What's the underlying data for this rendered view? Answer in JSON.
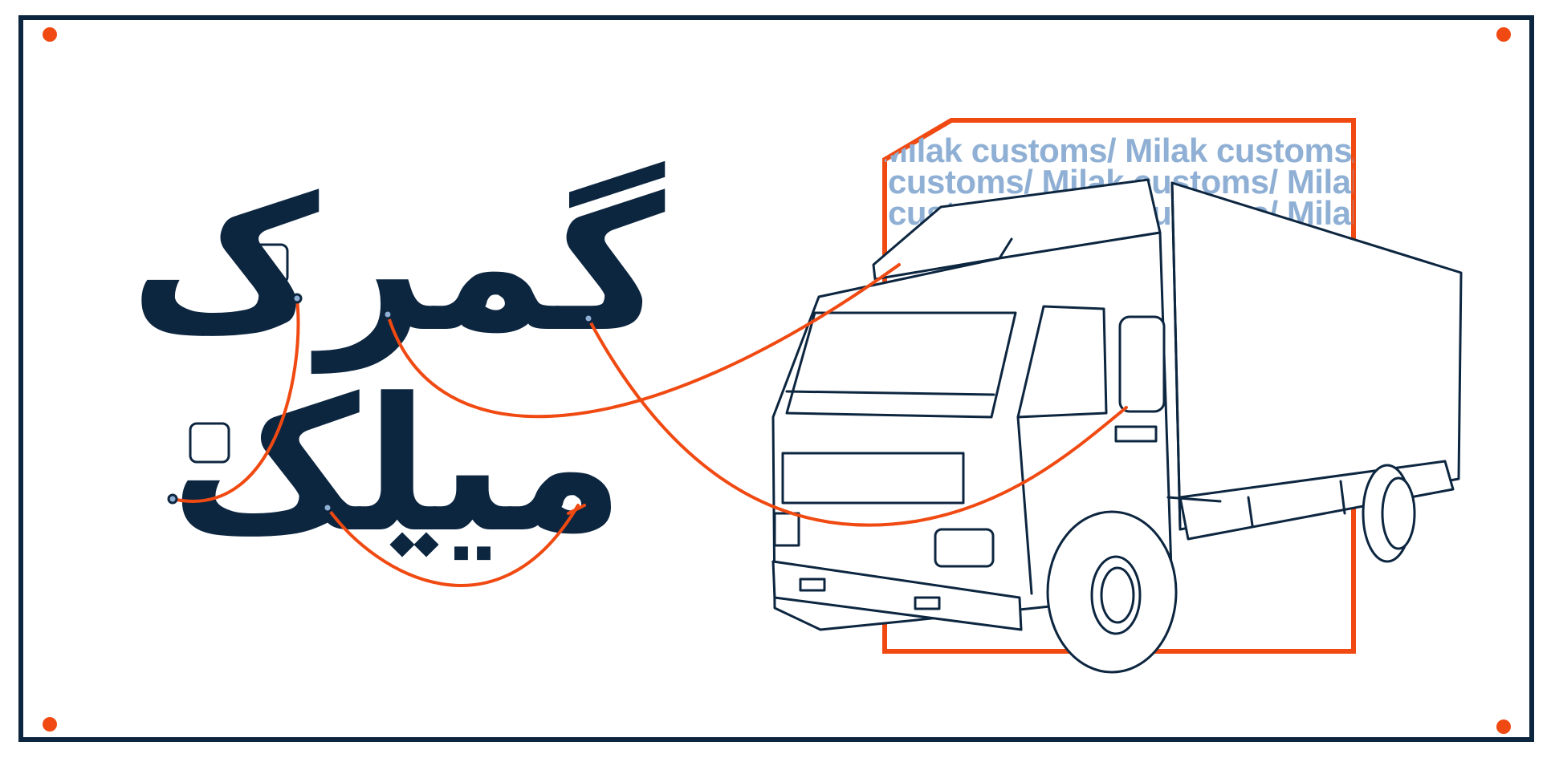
{
  "banner": {
    "title_line1": "گمرک",
    "title_line2": "میلک",
    "pattern_rows": [
      "Milak customs/ Milak customs/",
      "customs/ Milak customs/ Milak",
      "customs/ Milak customs/ Milak customs"
    ]
  },
  "colors": {
    "frame": "#0d2640",
    "accent": "#f04a12",
    "pattern": "#8fb0d4",
    "ink": "#0d2640",
    "background": "#ffffff"
  },
  "icons": [
    "truck-illustration",
    "corner-dot"
  ]
}
